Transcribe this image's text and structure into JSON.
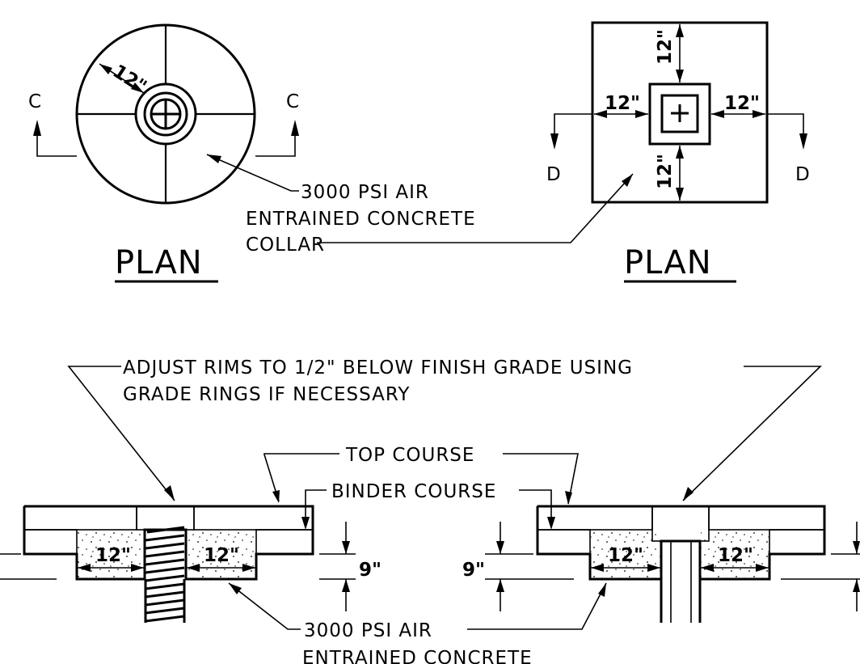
{
  "plan_left": {
    "title": "PLAN",
    "radius_dim": "12\"",
    "section_mark_left": "C",
    "section_mark_right": "C"
  },
  "plan_right": {
    "title": "PLAN",
    "dim_top": "12\"",
    "dim_bottom": "12\"",
    "dim_left": "12\"",
    "dim_right": "12\"",
    "section_mark_left": "D",
    "section_mark_right": "D"
  },
  "collar_note": [
    "3000 PSI AIR",
    "ENTRAINED CONCRETE",
    "COLLAR"
  ],
  "adjust_note": [
    "ADJUST RIMS TO 1/2\" BELOW FINISH GRADE USING",
    "GRADE RINGS IF NECESSARY"
  ],
  "top_course_label": "TOP COURSE",
  "binder_course_label": "BINDER COURSE",
  "section_left": {
    "collar_dim_1": "12\"",
    "collar_dim_2": "12\"",
    "depth_dim": "9\""
  },
  "section_right": {
    "collar_dim_1": "12\"",
    "collar_dim_2": "12\"",
    "depth_dim": "9\""
  },
  "bottom_note": [
    "3000 PSI AIR",
    "ENTRAINED CONCRETE"
  ]
}
